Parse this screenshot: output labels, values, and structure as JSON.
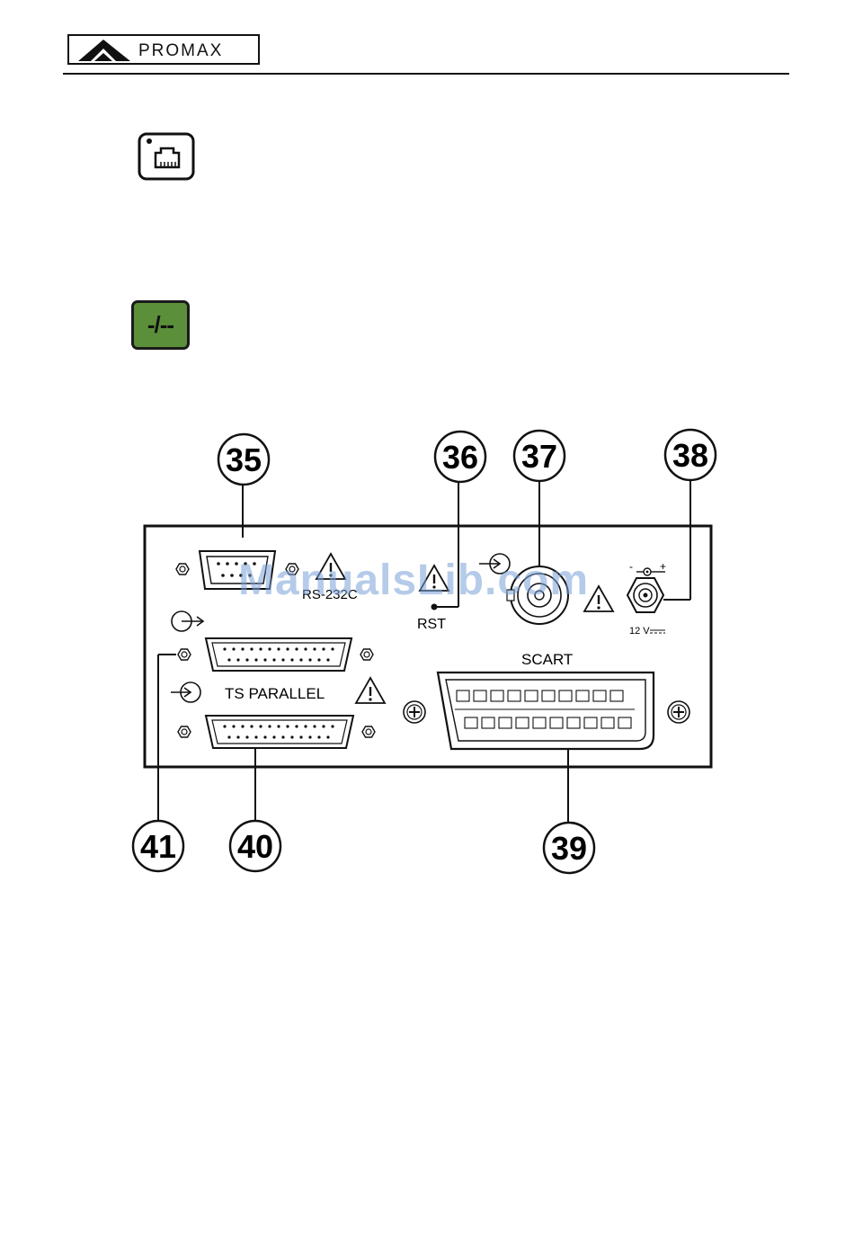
{
  "header": {
    "brand": "PROMAX"
  },
  "keys": {
    "lan_key_icon": "lan-connector-icon",
    "dash_key_label": "-/--",
    "dash_key_color": "#5b8f3a"
  },
  "diagram": {
    "callouts": {
      "c35": "35",
      "c36": "36",
      "c37": "37",
      "c38": "38",
      "c39": "39",
      "c40": "40",
      "c41": "41"
    },
    "labels": {
      "rs232": "RS-232C",
      "rst": "RST",
      "scart": "SCART",
      "ts_parallel": "TS PARALLEL",
      "voltage": "12 V",
      "dc_minus": "-",
      "dc_plus": "+"
    }
  },
  "watermark": "ManualsLib.com"
}
